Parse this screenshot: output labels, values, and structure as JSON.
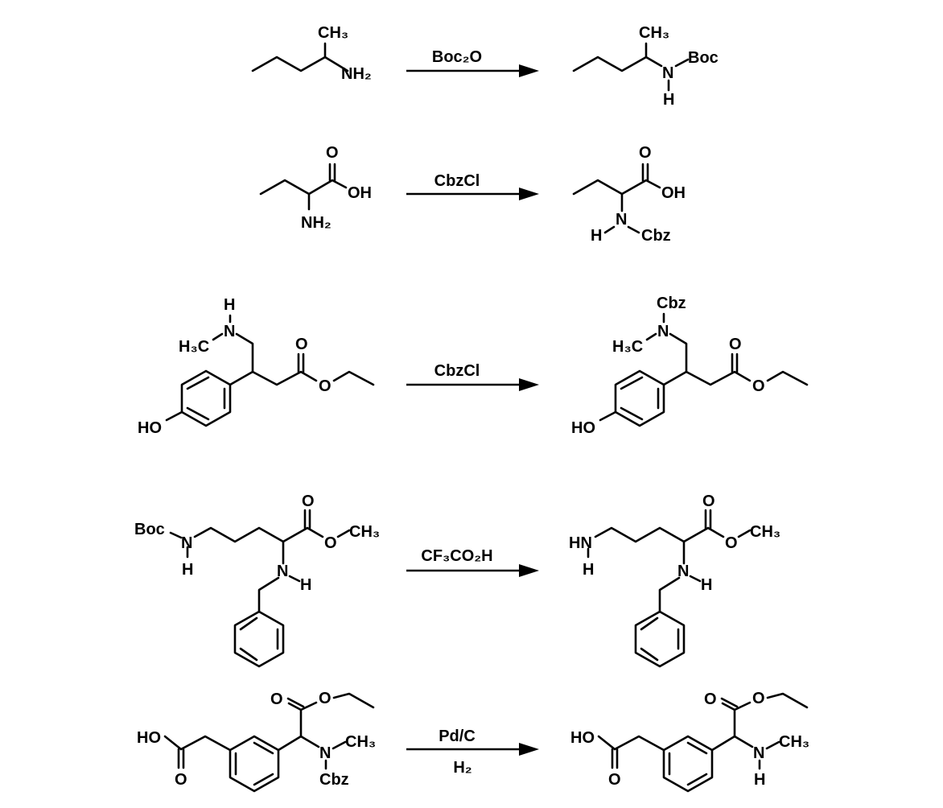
{
  "reactions": [
    {
      "reagents": [
        "Boc₂O"
      ],
      "start": {
        "ch3": "CH₃",
        "nh2": "NH₂"
      },
      "product": {
        "ch3": "CH₃",
        "n": "N",
        "h": "H",
        "boc": "Boc"
      }
    },
    {
      "reagents": [
        "CbzCl"
      ],
      "start": {
        "o": "O",
        "oh": "OH",
        "nh2": "NH₂"
      },
      "product": {
        "o": "O",
        "oh": "OH",
        "n": "N",
        "h": "H",
        "cbz": "Cbz"
      }
    },
    {
      "reagents": [
        "CbzCl"
      ],
      "start": {
        "h": "H",
        "h3c": "H₃C",
        "n": "N",
        "o1": "O",
        "o2": "O",
        "ho": "HO"
      },
      "product": {
        "cbz": "Cbz",
        "h3c": "H₃C",
        "n": "N",
        "o1": "O",
        "o2": "O",
        "ho": "HO"
      }
    },
    {
      "reagents": [
        "CF₃CO₂H"
      ],
      "start": {
        "boc": "Boc",
        "n": "N",
        "h1": "H",
        "o1": "O",
        "o2": "O",
        "ch3": "CH₃",
        "n2": "N",
        "h2": "H"
      },
      "product": {
        "hn": "HN",
        "h1": "H",
        "o1": "O",
        "o2": "O",
        "ch3": "CH₃",
        "n2": "N",
        "h2": "H"
      }
    },
    {
      "reagents": [
        "Pd/C",
        "H₂"
      ],
      "start": {
        "ho": "HO",
        "o1": "O",
        "o2": "O",
        "o3": "O",
        "n": "N",
        "ch3": "CH₃",
        "cbz": "Cbz"
      },
      "product": {
        "ho": "HO",
        "o1": "O",
        "o2": "O",
        "o3": "O",
        "n": "N",
        "ch3": "CH₃",
        "h": "H"
      }
    }
  ]
}
